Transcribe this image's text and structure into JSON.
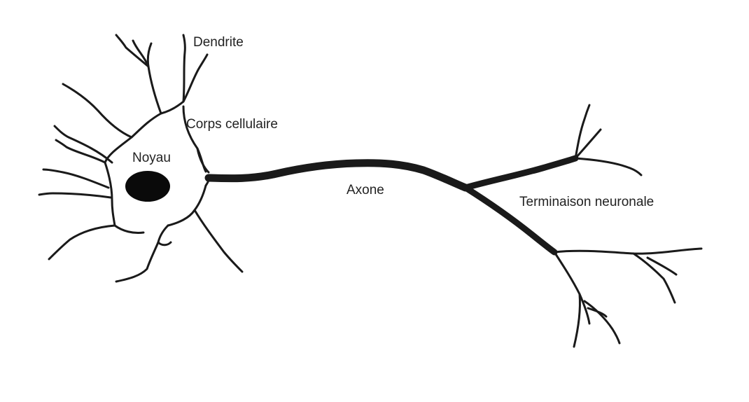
{
  "diagram": {
    "labels": {
      "dendrite": "Dendrite",
      "corps_cellulaire": "Corps cellulaire",
      "noyau": "Noyau",
      "axone": "Axone",
      "terminaison": "Terminaison neuronale"
    },
    "colors": {
      "stroke": "#1a1a1a",
      "nucleus": "#0a0a0a",
      "background": "#ffffff",
      "text": "#222222"
    }
  }
}
